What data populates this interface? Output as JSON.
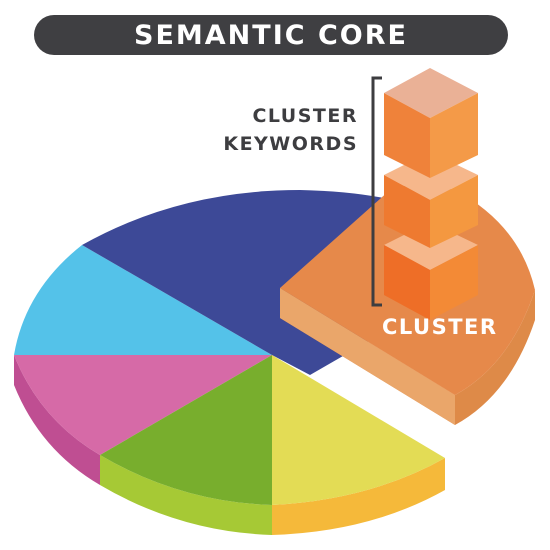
{
  "title": "SEMANTIC CORE",
  "labels": {
    "keywords_line1": "CLUSTER",
    "keywords_line2": "KEYWORDS",
    "cluster": "CLUSTER"
  },
  "colors": {
    "title_bg": "#3f3f42",
    "navy": "#3d4a98",
    "light_blue": "#52c2e8",
    "pink": "#d86ba8",
    "green": "#79b32e",
    "yellow": "#e3dc5a",
    "orange": "#e8883f",
    "cube_orange": "#f27e2f"
  }
}
